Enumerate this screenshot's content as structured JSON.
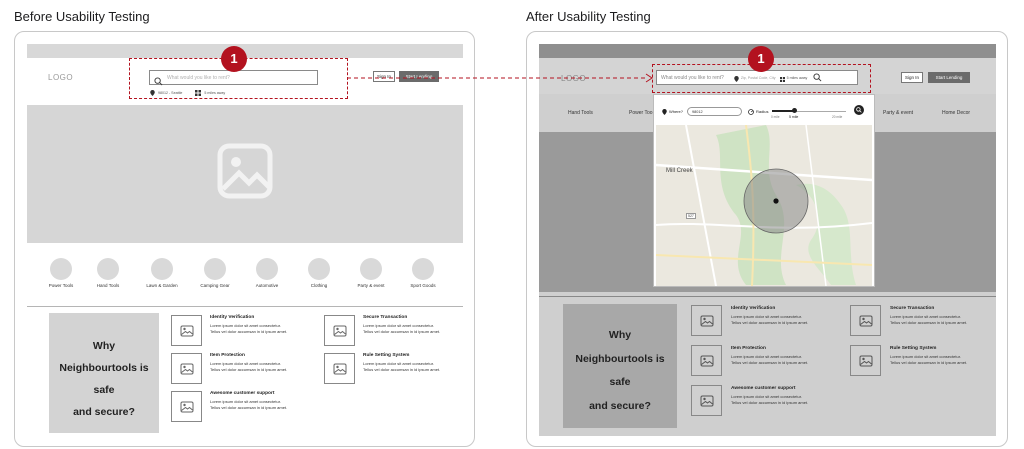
{
  "before": {
    "heading": "Before Usability Testing",
    "logo": "LOGO",
    "search_placeholder": "What would you like to rent?",
    "location_text": "98012 - Seattle",
    "distance_text": "5 miles away",
    "sign_in": "Sign In",
    "start_lending": "Start Lending",
    "categories": [
      "Power Tools",
      "Hand Tools",
      "Lawn & Garden",
      "Camping Gear",
      "Automotive",
      "Clothing",
      "Party & event",
      "Sport Goods"
    ],
    "why_lines": [
      "Why",
      "Neighbourtools is",
      "safe",
      "and secure?"
    ],
    "features": [
      {
        "title": "Identity Verification",
        "desc": "Lorem ipsum dolor sit amet consectetur. Tellus vel dolor accumsan in id ipsum amet."
      },
      {
        "title": "Item Protection",
        "desc": "Lorem ipsum dolor sit amet consectetur. Tellus vel dolor accumsan in id ipsum amet."
      },
      {
        "title": "Awesome customer support",
        "desc": "Lorem ipsum dolor sit amet consectetur. Tellus vel dolor accumsan in id ipsum amet."
      },
      {
        "title": "Secure Transaction",
        "desc": "Lorem ipsum dolor sit amet consectetur. Tellus vel dolor accumsan in id ipsum amet."
      },
      {
        "title": "Rule Setting System",
        "desc": "Lorem ipsum dolor sit amet consectetur. Tellus vel dolor accumsan in id ipsum amet."
      }
    ]
  },
  "after": {
    "heading": "After Usability Testing",
    "logo": "LOGO",
    "search_placeholder": "What would you like to rent?",
    "location_placeholder": "Zip, Postal Code, City",
    "distance_text": "5 miles away",
    "sign_in": "Sign In",
    "start_lending": "Start Lending",
    "nav": [
      "Hand Tools",
      "Power Too",
      "Party & event",
      "Home Decor"
    ],
    "where_label": "Where?",
    "where_value": "98012",
    "radius_label": "Radius",
    "radius_min": "0 mile",
    "radius_value": "5 mile",
    "radius_max": "20 mile",
    "map_labels": {
      "place": "Mill Creek",
      "road": "527"
    },
    "why_lines": [
      "Why",
      "Neighbourtools is",
      "safe",
      "and secure?"
    ],
    "features": [
      {
        "title": "Identity Verification",
        "desc": "Lorem ipsum dolor sit amet consectetur. Tellus vel dolor accumsan in id ipsum amet."
      },
      {
        "title": "Item Protection",
        "desc": "Lorem ipsum dolor sit amet consectetur. Tellus vel dolor accumsan in id ipsum amet."
      },
      {
        "title": "Awesome customer support",
        "desc": "Lorem ipsum dolor sit amet consectetur. Tellus vel dolor accumsan in id ipsum amet."
      },
      {
        "title": "Secure Transaction",
        "desc": "Lorem ipsum dolor sit amet consectetur. Tellus vel dolor accumsan in id ipsum amet."
      },
      {
        "title": "Rule Setting System",
        "desc": "Lorem ipsum dolor sit amet consectetur. Tellus vel dolor accumsan in id ipsum amet."
      }
    ]
  },
  "annotation": {
    "number": "1"
  },
  "colors": {
    "accent": "#b3121f",
    "placeholder_gray": "#d6d6d6",
    "button_dark": "#6b6b6b"
  }
}
